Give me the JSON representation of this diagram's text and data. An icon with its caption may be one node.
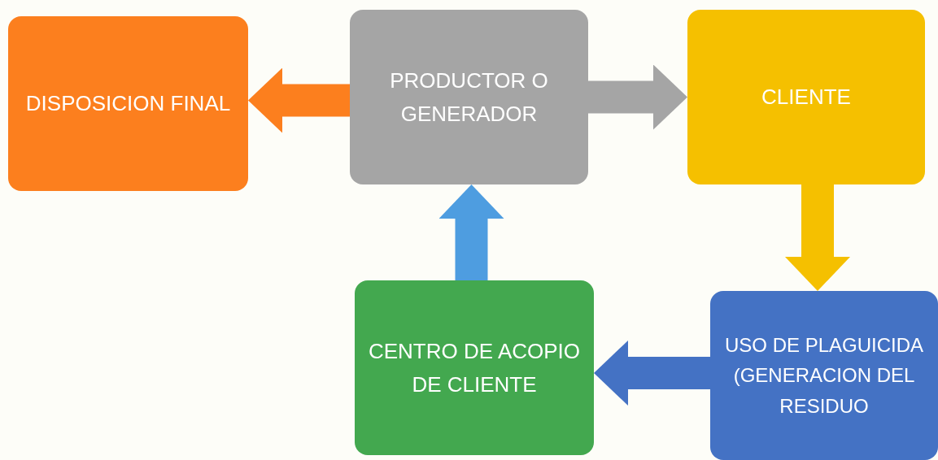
{
  "diagram": {
    "nodes": [
      {
        "text": [
          "DISPOSICION FINAL"
        ]
      },
      {
        "text": [
          "PRODUCTOR O GENERADOR"
        ]
      },
      {
        "text": [
          "CLIENTE"
        ]
      },
      {
        "text": [
          "USO DE PLAGUICIDA (GENERACION DEL RESIDUO"
        ]
      },
      {
        "text": [
          "CENTRO DE ACOPIO DE CLIENTE"
        ]
      }
    ],
    "edges": [
      {
        "from": 1,
        "to": 0,
        "arrow": "to",
        "color": "#fc7f1e"
      },
      {
        "from": 1,
        "to": 2,
        "arrow": "to",
        "color": "#a5a5a5"
      },
      {
        "from": 2,
        "to": 3,
        "arrow": "to",
        "color": "#f5c000"
      },
      {
        "from": 3,
        "to": 4,
        "arrow": "to",
        "color": "#4472c4"
      },
      {
        "from": 4,
        "to": 1,
        "arrow": "to",
        "color": "#4e9de0"
      }
    ]
  }
}
